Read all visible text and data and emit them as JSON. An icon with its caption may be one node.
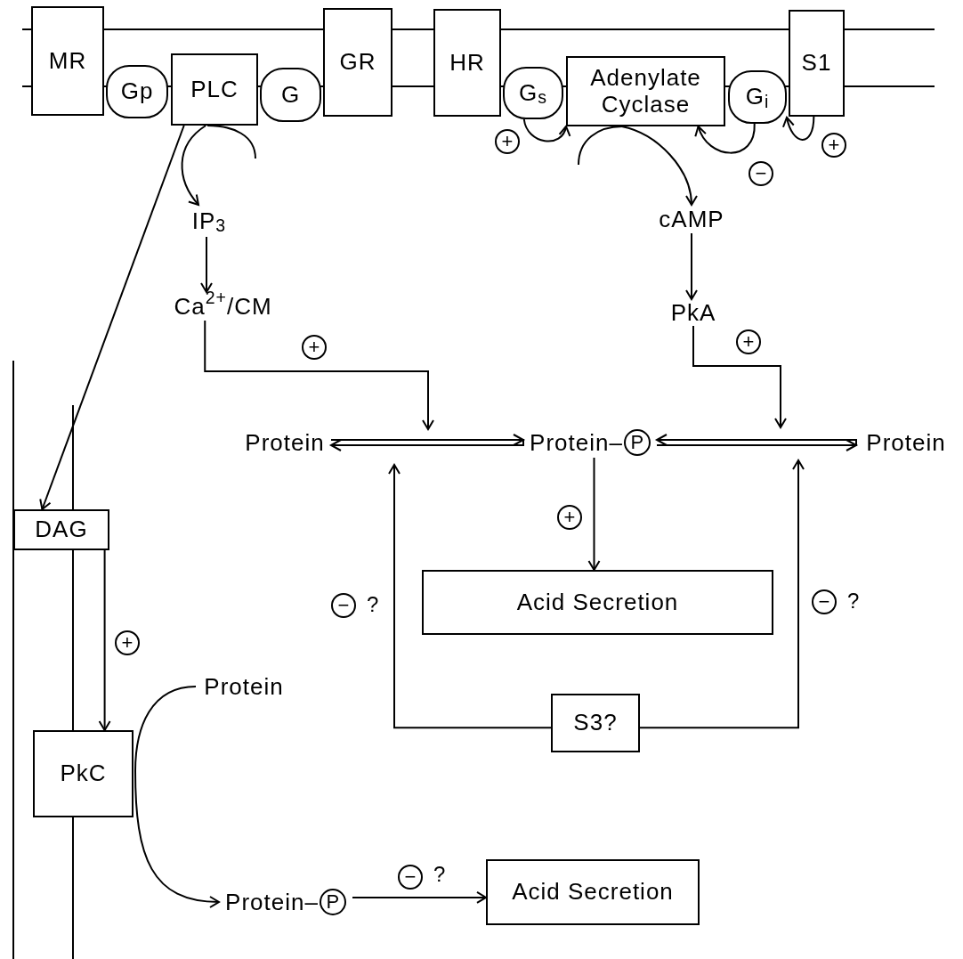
{
  "diagram": {
    "nodes": [
      {
        "text": [
          "MR"
        ]
      },
      {
        "text": [
          "Gp"
        ]
      },
      {
        "text": [
          "PLC"
        ]
      },
      {
        "text": [
          "G"
        ]
      },
      {
        "text": [
          "GR"
        ]
      },
      {
        "text": [
          "HR"
        ]
      },
      {
        "text": [
          "G$_{s}$"
        ]
      },
      {
        "text": [
          "Adenylate Cyclase"
        ]
      },
      {
        "text": [
          "G$_{i}$"
        ]
      },
      {
        "text": [
          "S1"
        ]
      },
      {
        "text": [
          "IP$_{3}$"
        ]
      },
      {
        "text": [
          "Ca$^{2+}$/CM"
        ]
      },
      {
        "text": [
          "cAMP"
        ]
      },
      {
        "text": [
          "PkA"
        ]
      },
      {
        "text": [
          "Protein"
        ]
      },
      {
        "text": [
          "Protein–",
          "P"
        ]
      },
      {
        "text": [
          "Protein"
        ]
      },
      {
        "text": [
          "Acid Secretion"
        ]
      },
      {
        "text": [
          "S3?"
        ]
      },
      {
        "text": [
          "DAG"
        ]
      },
      {
        "text": [
          "PkC"
        ]
      },
      {
        "text": [
          "Protein"
        ]
      },
      {
        "text": [
          "Protein–",
          "P"
        ]
      },
      {
        "text": [
          "Acid Secretion"
        ]
      },
      {
        "text": [
          "+"
        ]
      },
      {
        "text": [
          "+"
        ]
      },
      {
        "text": [
          "−"
        ]
      },
      {
        "text": [
          "+"
        ]
      },
      {
        "text": [
          "+"
        ]
      },
      {
        "text": [
          "+"
        ]
      },
      {
        "text": [
          "−"
        ]
      },
      {
        "text": [
          "−"
        ]
      },
      {
        "text": [
          "+"
        ]
      },
      {
        "text": [
          "−"
        ]
      }
    ],
    "edges": [
      {
        "from": 2,
        "to": 10,
        "arrow": "to"
      },
      {
        "from": 2,
        "to": 19,
        "arrow": "to"
      },
      {
        "from": 10,
        "to": 11,
        "arrow": "to"
      },
      {
        "from": 7,
        "to": 12,
        "arrow": "to"
      },
      {
        "from": 12,
        "to": 13,
        "arrow": "to"
      },
      {
        "from": 6,
        "to": 7,
        "arrow": "to"
      },
      {
        "from": 8,
        "to": 7,
        "arrow": "to"
      },
      {
        "from": 9,
        "to": 8,
        "arrow": "to"
      },
      {
        "from": 11,
        "to": null,
        "arrow": "to"
      },
      {
        "from": 13,
        "to": null,
        "arrow": "to"
      },
      {
        "from": 14,
        "to": 15,
        "arrow": "both"
      },
      {
        "from": 15,
        "to": 17,
        "arrow": "to"
      },
      {
        "from": 18,
        "to": null,
        "arrow": "to"
      },
      {
        "from": 18,
        "to": null,
        "arrow": "to"
      },
      {
        "from": 15,
        "to": 16,
        "arrow": "both"
      },
      {
        "from": 19,
        "to": 20,
        "arrow": "to"
      },
      {
        "from": 21,
        "to": 22,
        "arrow": "to"
      },
      {
        "from": 22,
        "to": 23,
        "arrow": "to"
      }
    ],
    "labels": [
      "?",
      "?",
      "?"
    ]
  }
}
